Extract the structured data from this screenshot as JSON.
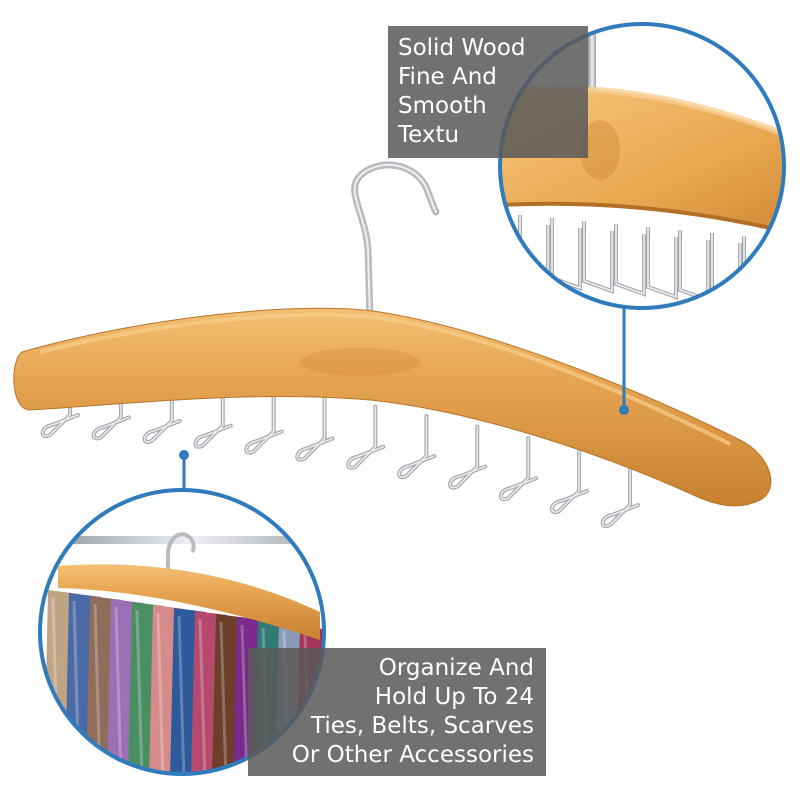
{
  "callouts": {
    "top": {
      "lines": [
        "Solid Wood",
        "Fine And",
        "Smooth",
        "Textu"
      ]
    },
    "bottom": {
      "lines": [
        "Organize And",
        "Hold Up To 24",
        "Ties, Belts, Scarves",
        "Or Other Accessories"
      ]
    }
  },
  "colors": {
    "wood": "#e7a552",
    "wood_dark": "#c77e2c",
    "chrome": "#b9bcc1",
    "ring": "#2f7bbd",
    "label_bg": "#5a5a5a",
    "label_text": "#ffffff"
  },
  "hook_count": 24
}
